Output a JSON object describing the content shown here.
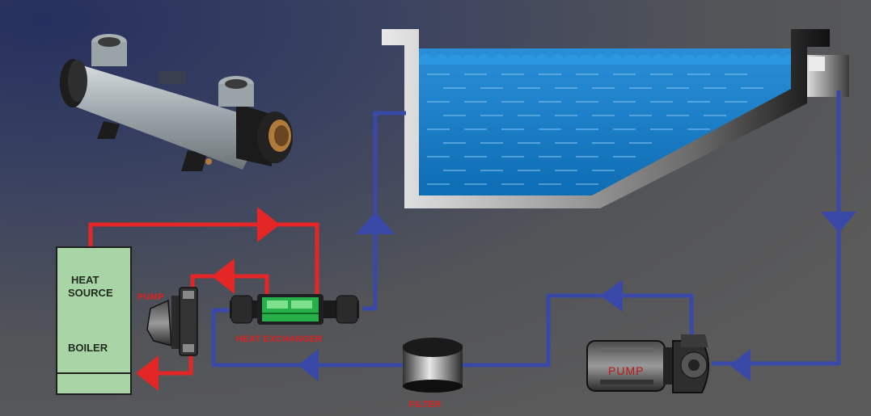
{
  "labels": {
    "heat_source_line1": "HEAT",
    "heat_source_line2": "SOURCE",
    "boiler": "BOILER",
    "pump_small": "PUMP",
    "heat_exchanger": "HEAT EXCHANGER",
    "filter": "FILTER",
    "pump_main": "PUMP"
  },
  "colors": {
    "background_dark": "#2c3a6a",
    "background_grey": "#565656",
    "hot_loop": "#e52626",
    "pool_loop": "#3a49a8",
    "water": "#1f86cc",
    "boiler_fill": "#a9d4a6",
    "exchanger_core": "#27b04a"
  },
  "icons": [
    "heat-exchanger-photo",
    "pool-tank",
    "boiler-box",
    "circulator-pump-icon",
    "heat-exchanger-icon",
    "filter-tank-icon",
    "pool-pump-icon",
    "flow-arrow-icon"
  ]
}
